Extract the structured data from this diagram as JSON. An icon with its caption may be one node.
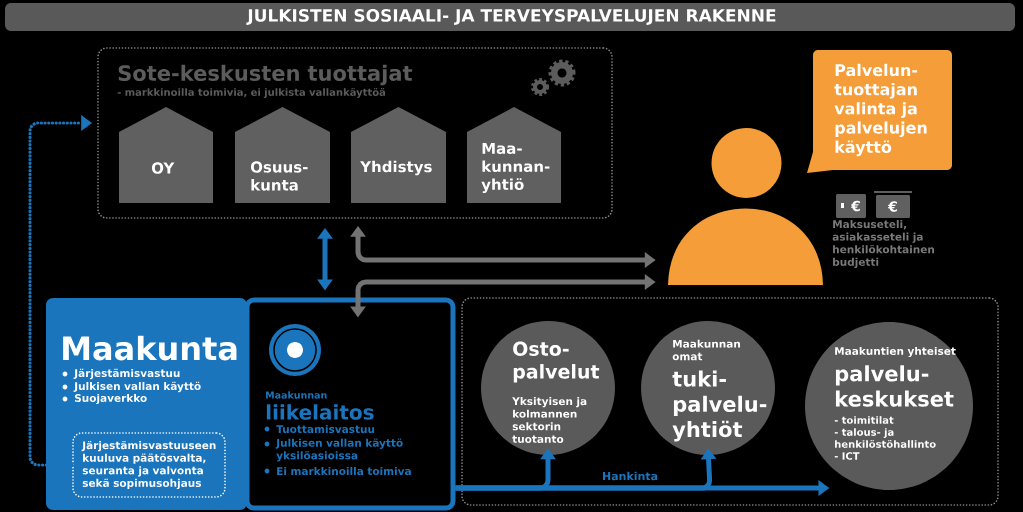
{
  "diagram": {
    "title": "JULKISTEN SOSIAALI- JA TERVEYSPALVELUJEN RAKENNE",
    "nodes": [
      {
        "text": [
          "Sote-keskusten tuottajat",
          "- markkinoilla toimivia, ei julkista vallankäyttöä"
        ]
      },
      {
        "text": [
          "OY"
        ],
        "in": 0
      },
      {
        "text": [
          "Osuus- kunta"
        ],
        "in": 0
      },
      {
        "text": [
          "Yhdistys"
        ],
        "in": 0
      },
      {
        "text": [
          "Maa- kunnan- yhtiö"
        ],
        "in": 0
      },
      {
        "text": [
          "Palvelun- tuottajan valinta ja palvelujen käyttö"
        ]
      },
      {
        "text": [],
        "shape": "person",
        "beside": [
          "Maksuseteli, asiakasseteli ja henkilökohtainen budjetti"
        ]
      },
      {
        "text": [
          "Maakunta",
          "Järjestämisvastuu",
          "Julkisen vallan käyttö",
          "Suojaverkko"
        ]
      },
      {
        "text": [
          "Järjestämisvastuuseen kuuluva päätösvalta, seuranta ja valvonta sekä sopimusohjaus"
        ],
        "in": 7
      },
      {
        "text": [
          "Maakunnan",
          "liikelaitos",
          "Tuottamisvastuu",
          "Julkisen vallan käyttö yksilöasioissa",
          "Ei markkinoilla toimiva"
        ]
      },
      {
        "text": [],
        "shape": "box"
      },
      {
        "text": [
          "Osto- palvelut",
          "Yksityisen ja kolmannen sektorin tuotanto"
        ],
        "in": 10
      },
      {
        "text": [
          "Maakunnan omat",
          "tuki- palvelu- yhtiöt"
        ],
        "in": 10
      },
      {
        "text": [
          "Maakuntien yhteiset",
          "palvelu- keskukset",
          "- toimitilat",
          "- talous- ja henkilöstöhallinto",
          "- ICT"
        ],
        "in": 10
      }
    ],
    "edges": [
      {
        "from": 8,
        "to": 0,
        "arrow": "to",
        "style": "dashed"
      },
      {
        "from": 0,
        "to": 9,
        "arrow": "both"
      },
      {
        "from": 0,
        "to": 6,
        "arrow": "both",
        "color": "#737373"
      },
      {
        "from": 9,
        "to": 6,
        "arrow": "both",
        "color": "#737373"
      },
      {
        "from": 9,
        "to": 11,
        "arrow": "to"
      },
      {
        "from": 9,
        "to": 12,
        "arrow": "to"
      },
      {
        "from": 9,
        "to": 13,
        "arrow": "to",
        "label": "Hankinta"
      }
    ],
    "labels": [
      "€",
      "€"
    ]
  }
}
